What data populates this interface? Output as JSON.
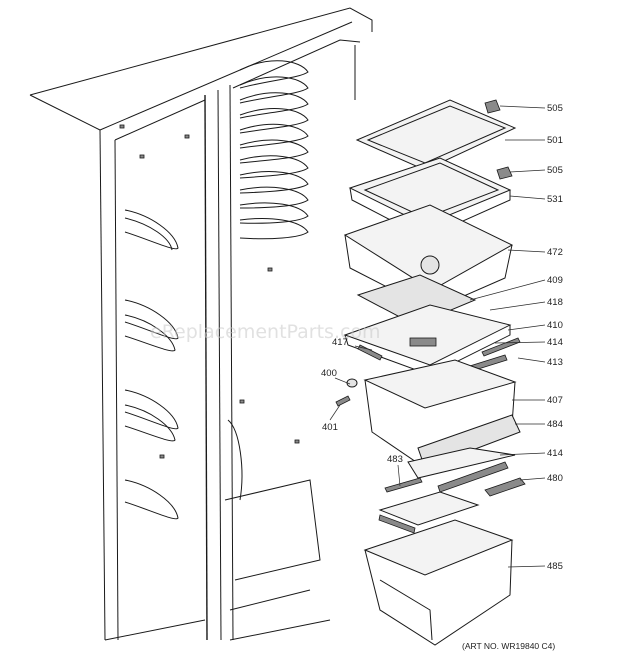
{
  "labels": {
    "p505a": "505",
    "p501": "501",
    "p505b": "505",
    "p531": "531",
    "p472": "472",
    "p409": "409",
    "p418": "418",
    "p410": "410",
    "p417": "417",
    "p414a": "414",
    "p413": "413",
    "p400": "400",
    "p401": "401",
    "p407": "407",
    "p484": "484",
    "p483": "483",
    "p414b": "414",
    "p480": "480",
    "p485": "485"
  },
  "art_number": "(ART NO. WR19840 C4)",
  "watermark": "eReplacementParts.com"
}
